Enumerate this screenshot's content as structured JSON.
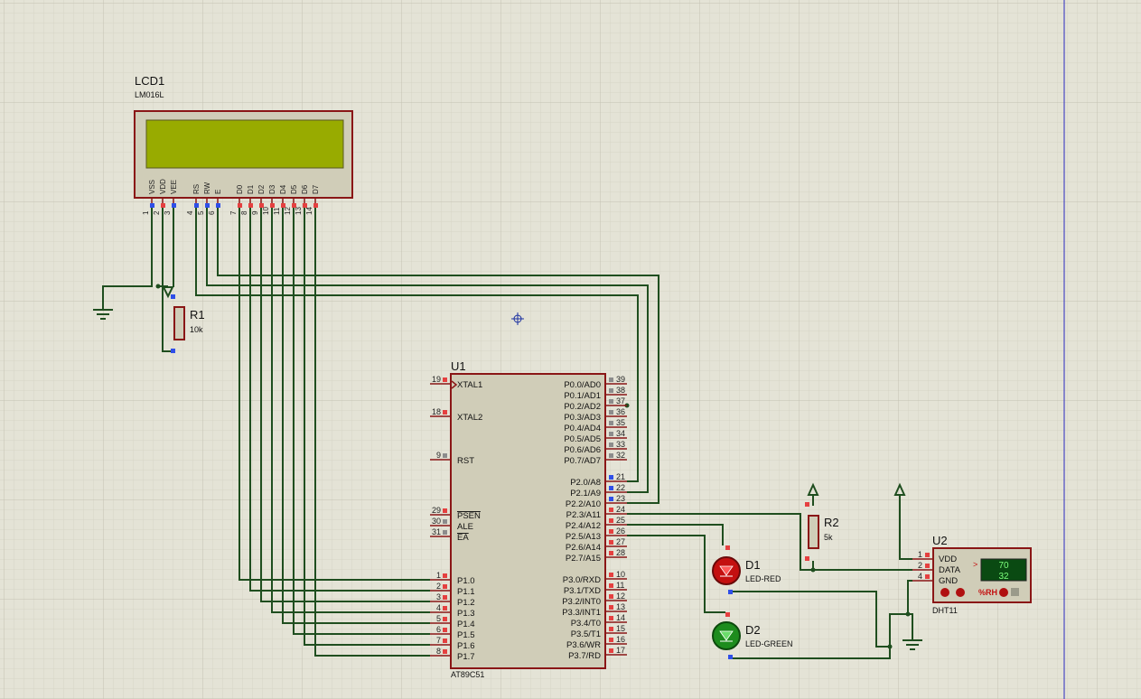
{
  "colors": {
    "background": "#e4e3d6",
    "grid_major": "#c7c6b6",
    "grid_minor": "#d9d8ca",
    "wire": "#1f4e1f",
    "component_border": "#8a1616",
    "component_fill": "#d0cdb8",
    "lcd_screen": "#98ab00",
    "pin_red": "#e54040",
    "pin_blue": "#2f4fe8",
    "pin_grey": "#8c8c8c",
    "led_red": "#c41010",
    "led_green": "#1d8c1d",
    "sensor_display": "#0a4a12",
    "sensor_text": "#7cff7c",
    "edge_line": "#2a2ac0"
  },
  "lcd": {
    "ref": "LCD1",
    "model": "LM016L",
    "pin_names": [
      "VSS",
      "VDD",
      "VEE",
      "RS",
      "RW",
      "E",
      "D0",
      "D1",
      "D2",
      "D3",
      "D4",
      "D5",
      "D6",
      "D7"
    ],
    "pin_numbers": [
      "1",
      "2",
      "3",
      "4",
      "5",
      "6",
      "7",
      "8",
      "9",
      "10",
      "11",
      "12",
      "13",
      "14"
    ]
  },
  "r1": {
    "ref": "R1",
    "value": "10k"
  },
  "r2": {
    "ref": "R2",
    "value": "5k"
  },
  "u1": {
    "ref": "U1",
    "model": "AT89C51",
    "left_pins": [
      {
        "num": "19",
        "name": "XTAL1"
      },
      {
        "num": "18",
        "name": "XTAL2"
      },
      {
        "num": "9",
        "name": "RST"
      },
      {
        "num": "29",
        "name": "PSEN"
      },
      {
        "num": "30",
        "name": "ALE"
      },
      {
        "num": "31",
        "name": "EA"
      },
      {
        "num": "1",
        "name": "P1.0"
      },
      {
        "num": "2",
        "name": "P1.1"
      },
      {
        "num": "3",
        "name": "P1.2"
      },
      {
        "num": "4",
        "name": "P1.3"
      },
      {
        "num": "5",
        "name": "P1.4"
      },
      {
        "num": "6",
        "name": "P1.5"
      },
      {
        "num": "7",
        "name": "P1.6"
      },
      {
        "num": "8",
        "name": "P1.7"
      }
    ],
    "right_pins": [
      {
        "num": "39",
        "name": "P0.0/AD0"
      },
      {
        "num": "38",
        "name": "P0.1/AD1"
      },
      {
        "num": "37",
        "name": "P0.2/AD2"
      },
      {
        "num": "36",
        "name": "P0.3/AD3"
      },
      {
        "num": "35",
        "name": "P0.4/AD4"
      },
      {
        "num": "34",
        "name": "P0.5/AD5"
      },
      {
        "num": "33",
        "name": "P0.6/AD6"
      },
      {
        "num": "32",
        "name": "P0.7/AD7"
      },
      {
        "num": "21",
        "name": "P2.0/A8"
      },
      {
        "num": "22",
        "name": "P2.1/A9"
      },
      {
        "num": "23",
        "name": "P2.2/A10"
      },
      {
        "num": "24",
        "name": "P2.3/A11"
      },
      {
        "num": "25",
        "name": "P2.4/A12"
      },
      {
        "num": "26",
        "name": "P2.5/A13"
      },
      {
        "num": "27",
        "name": "P2.6/A14"
      },
      {
        "num": "28",
        "name": "P2.7/A15"
      },
      {
        "num": "10",
        "name": "P3.0/RXD"
      },
      {
        "num": "11",
        "name": "P3.1/TXD"
      },
      {
        "num": "12",
        "name": "P3.2/INT0"
      },
      {
        "num": "13",
        "name": "P3.3/INT1"
      },
      {
        "num": "14",
        "name": "P3.4/T0"
      },
      {
        "num": "15",
        "name": "P3.5/T1"
      },
      {
        "num": "16",
        "name": "P3.6/WR"
      },
      {
        "num": "17",
        "name": "P3.7/RD"
      }
    ]
  },
  "d1": {
    "ref": "D1",
    "model": "LED-RED"
  },
  "d2": {
    "ref": "D2",
    "model": "LED-GREEN"
  },
  "u2": {
    "ref": "U2",
    "model": "DHT11",
    "pins": [
      {
        "num": "1",
        "name": "VDD"
      },
      {
        "num": "2",
        "name": "DATA"
      },
      {
        "num": "4",
        "name": "GND"
      }
    ],
    "humidity": "70",
    "temperature": "32",
    "rh_label": "%RH",
    "arrow": ">"
  }
}
